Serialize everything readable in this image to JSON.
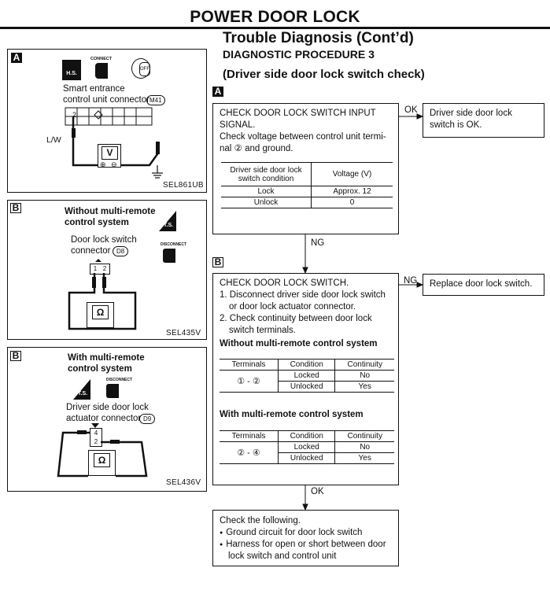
{
  "header": {
    "title": "POWER DOOR LOCK",
    "subtitle": "Trouble Diagnosis (Cont’d)",
    "procedure": "DIAGNOSTIC PROCEDURE 3",
    "procedure_desc": "(Driver side door lock switch check)"
  },
  "left_figures": [
    {
      "tag": "A",
      "icons": [
        "H.S.",
        "CONNECT"
      ],
      "text_line1": "Smart entrance",
      "text_line2": "control unit connector",
      "connector_ref": "M41",
      "wire_label": "L/W",
      "pin": "2",
      "meter": "V",
      "plus": "⊕",
      "minus": "⊖",
      "code": "SEL861UB"
    },
    {
      "tag": "B",
      "title_line1": "Without multi-remote",
      "title_line2": "control system",
      "icons": [
        "T.S.",
        "DISCONNECT"
      ],
      "text_line1": "Door lock switch",
      "text_line2": "connector",
      "connector_ref": "D8",
      "pins": [
        "1",
        "2"
      ],
      "meter": "Ω",
      "code": "SEL435V"
    },
    {
      "tag": "B",
      "title_line1": "With multi-remote",
      "title_line2": "control system",
      "icons": [
        "T.S.",
        "DISCONNECT"
      ],
      "text_line1": "Driver side door lock",
      "text_line2": "actuator connector",
      "connector_ref": "D9",
      "pins": [
        "4",
        "2"
      ],
      "meter": "Ω",
      "code": "SEL436V"
    }
  ],
  "flow": {
    "tag_a": "A",
    "step_a": {
      "lines": [
        "CHECK DOOR LOCK SWITCH INPUT",
        "SIGNAL.",
        "Check voltage between control unit termi-",
        "nal"
      ],
      "terminal": "②",
      "tail": "and ground.",
      "table": {
        "headers": [
          "Driver side door lock switch condition",
          "Voltage (V)"
        ],
        "rows": [
          [
            "Lock",
            "Approx. 12"
          ],
          [
            "Unlock",
            "0"
          ]
        ]
      }
    },
    "ok_label_a": "OK",
    "ok_result_a": "Driver side door lock switch is OK.",
    "ng_label_a": "NG",
    "tag_b": "B",
    "step_b": {
      "heading": "CHECK DOOR LOCK SWITCH.",
      "item1": "1. Disconnect driver side door lock switch",
      "item1b": "or door lock actuator connector.",
      "item2": "2. Check continuity between door lock",
      "item2b": "switch terminals.",
      "sub1": "Without multi-remote control system",
      "table1": {
        "headers": [
          "Terminals",
          "Condition",
          "Continuity"
        ],
        "terminals": "① - ②",
        "rows": [
          [
            "Locked",
            "No"
          ],
          [
            "Unlocked",
            "Yes"
          ]
        ]
      },
      "sub2": "With multi-remote control system",
      "table2": {
        "headers": [
          "Terminals",
          "Condition",
          "Continuity"
        ],
        "terminals": "② - ④",
        "rows": [
          [
            "Locked",
            "No"
          ],
          [
            "Unlocked",
            "Yes"
          ]
        ]
      }
    },
    "ng_label_b": "NG",
    "ng_result_b": "Replace door lock switch.",
    "ok_label_b": "OK",
    "final": {
      "heading": "Check the following.",
      "bullets": [
        "Ground circuit for door lock switch",
        "Harness for open or short between door",
        "lock switch and control unit"
      ]
    }
  }
}
